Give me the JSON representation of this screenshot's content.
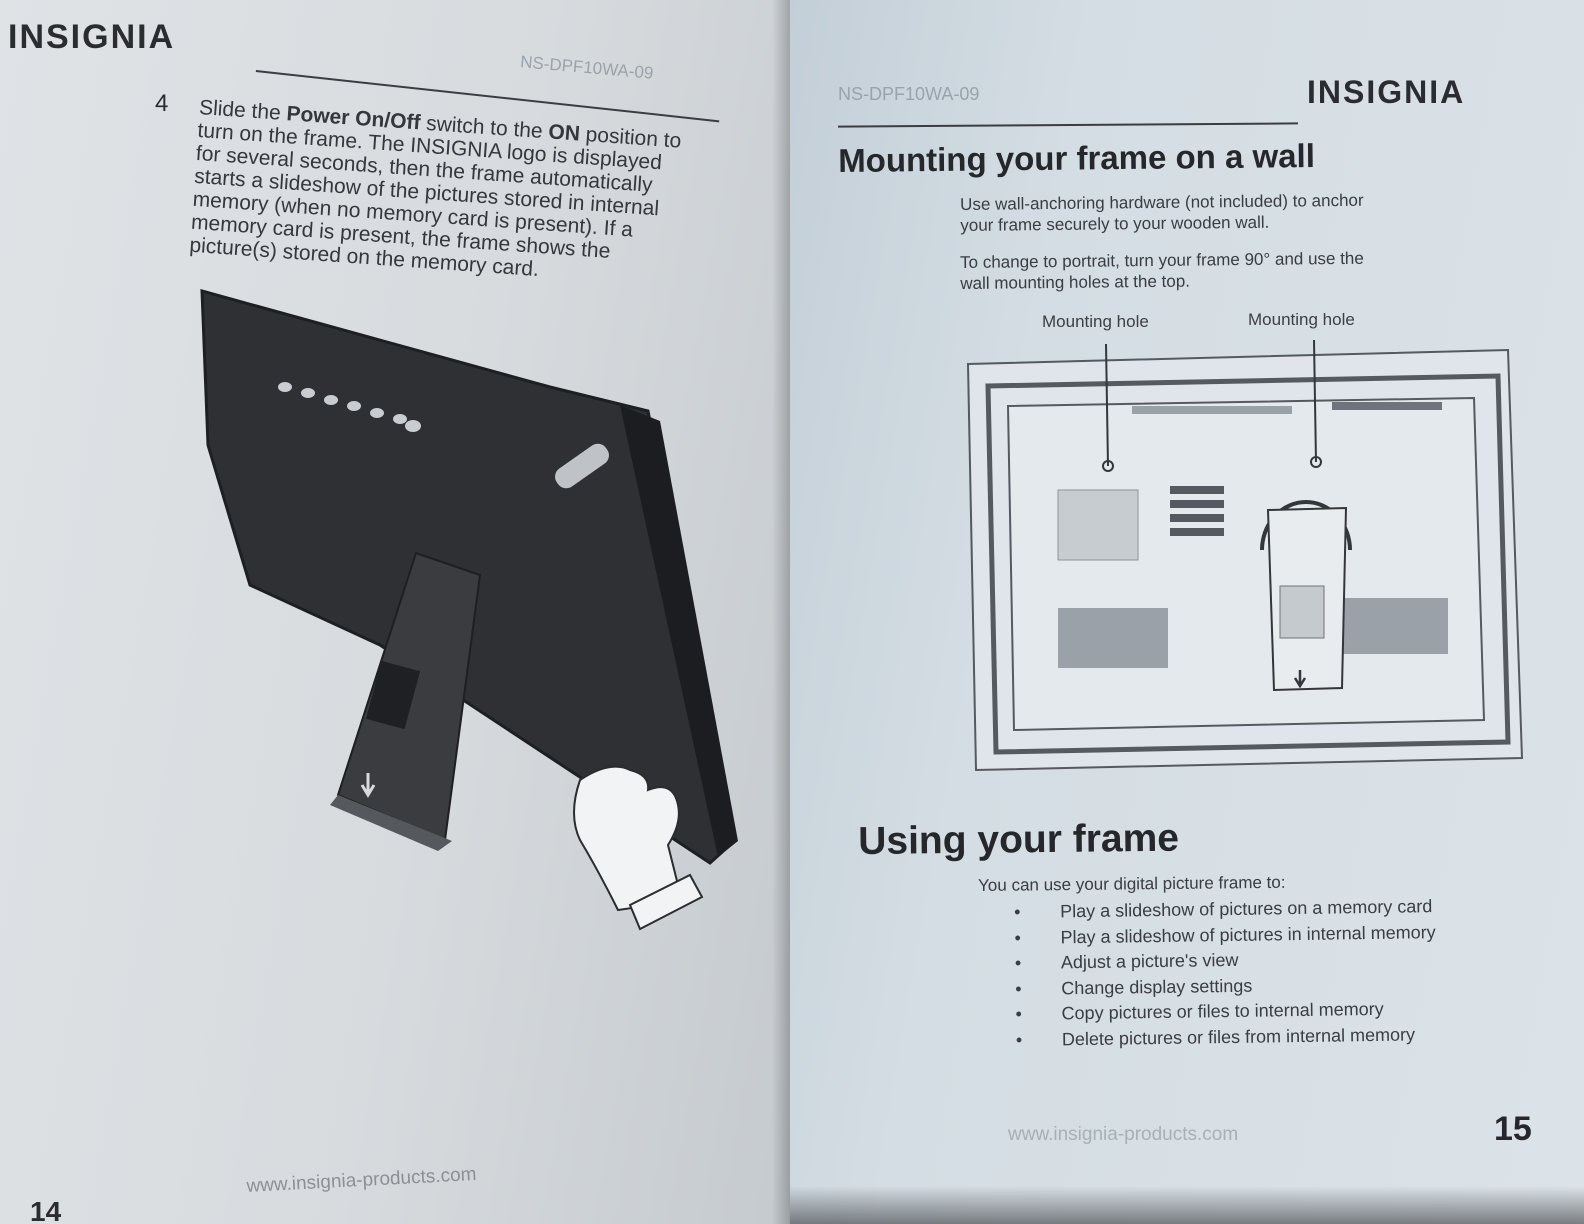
{
  "left_page": {
    "logo": "INSIGNIA",
    "model": "NS-DPF10WA-09",
    "step": {
      "number": "4",
      "lines": [
        {
          "pre": "Slide the ",
          "b1": "Power On/Off",
          "mid": " switch to the ",
          "b2": "ON",
          "post": " position to"
        },
        {
          "text": "turn on the frame. The INSIGNIA logo is displayed"
        },
        {
          "text": "for several seconds, then the frame automatically"
        },
        {
          "text": "starts a slideshow of the pictures stored in internal"
        },
        {
          "text": "memory (when no memory card is present). If a"
        },
        {
          "text": "memory card is present, the frame shows the"
        },
        {
          "text": "picture(s) stored on the memory card."
        }
      ]
    },
    "footer_url": "www.insignia-products.com",
    "page_number": "14"
  },
  "right_page": {
    "model": "NS-DPF10WA-09",
    "logo": "INSIGNIA",
    "mounting": {
      "title": "Mounting your frame on a wall",
      "paragraph1_lines": [
        "Use wall-anchoring hardware (not included) to anchor",
        "your frame securely to your wooden wall."
      ],
      "paragraph2_lines": [
        "To change to portrait, turn your frame 90° and use the",
        "wall mounting holes at the top."
      ],
      "callout_left": "Mounting hole",
      "callout_right": "Mounting hole"
    },
    "using": {
      "title": "Using your frame",
      "intro": "You can use your digital picture frame to:",
      "bullets": [
        "Play a slideshow of pictures on a memory card",
        "Play a slideshow of pictures in internal memory",
        "Adjust a picture's view",
        "Change display settings",
        "Copy pictures or files to internal memory",
        "Delete pictures or files from internal memory"
      ]
    },
    "footer_url": "www.insignia-products.com",
    "page_number": "15"
  }
}
